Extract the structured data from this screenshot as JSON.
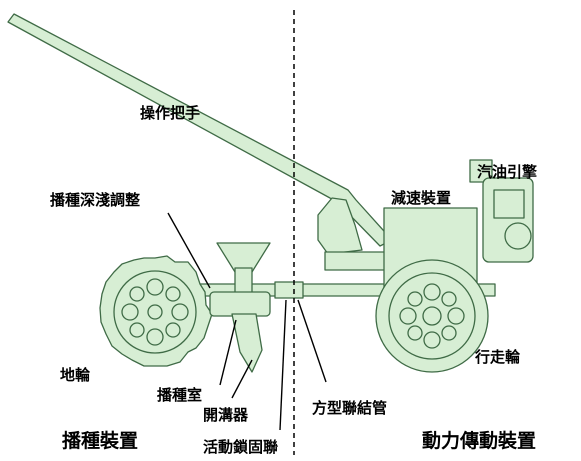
{
  "colors": {
    "machine_fill": "#d7eed4",
    "machine_stroke": "#3f6b46",
    "background": "#ffffff",
    "text": "#000000"
  },
  "labels": {
    "handle": "操作把手",
    "depth_adjust": "播種深淺調整",
    "ground_wheel": "地輪",
    "seed_chamber": "播種室",
    "furrow_opener": "開溝器",
    "movable_lock": "活動鎖固聯",
    "square_coupler": "方型聯結管",
    "reducer": "減速裝置",
    "gas_engine": "汽油引擎",
    "drive_wheel": "行走輪"
  },
  "sections": {
    "seeding_unit": "播種裝置",
    "power_transmission": "動力傳動裝置"
  }
}
